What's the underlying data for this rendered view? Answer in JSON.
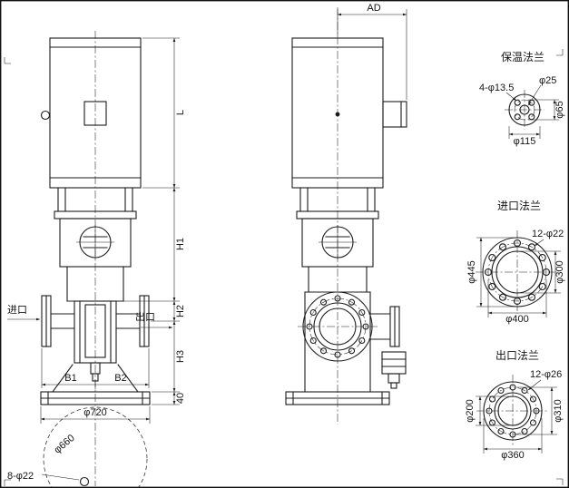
{
  "front_view": {
    "inlet_label": "进口",
    "outlet_label": "出口",
    "dim_motor_height": "L",
    "dim_h1": "H1",
    "dim_h2": "H2",
    "dim_h3": "H3",
    "dim_base_thickness": "40",
    "dim_b1": "B1",
    "dim_b2": "B2",
    "dim_base_diameter": "φ720",
    "dim_anchor_bolt_circle": "φ660",
    "dim_anchor_holes": "8-φ22"
  },
  "side_view": {
    "dim_width": "AD"
  },
  "flange_details": {
    "insulation": {
      "title": "保温法兰",
      "dim_holes": "4-φ13.5",
      "dim_bore": "φ25",
      "dim_bolt_circle": "φ65",
      "dim_outer": "φ115"
    },
    "inlet": {
      "title": "进口法兰",
      "dim_holes": "12-φ22",
      "dim_outer": "φ445",
      "dim_bore": "φ300",
      "dim_bolt_circle": "φ400"
    },
    "outlet": {
      "title": "出口法兰",
      "dim_holes": "12-φ26",
      "dim_bore": "φ200",
      "dim_bolt_circle": "φ310",
      "dim_outer": "φ360"
    }
  }
}
